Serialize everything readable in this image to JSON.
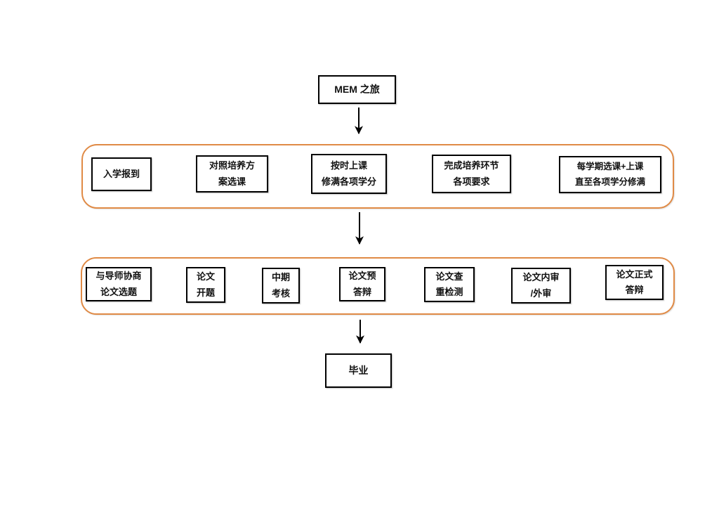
{
  "diagram": {
    "start_label": "MEM 之旅",
    "end_label": "毕业",
    "colors": {
      "group_border": "#e08a45",
      "node_border": "#000000",
      "arrow": "#000000",
      "background": "#ffffff"
    },
    "coursework_phase": {
      "steps": [
        {
          "label": "入学报到"
        },
        {
          "label": "对照培养方\n案选课"
        },
        {
          "label": "按时上课\n修满各项学分"
        },
        {
          "label": "完成培养环节\n各项要求"
        },
        {
          "label": "每学期选课+上课\n直至各项学分修满"
        }
      ]
    },
    "thesis_phase": {
      "steps": [
        {
          "label": "与导师协商\n论文选题"
        },
        {
          "label": "论文\n开题"
        },
        {
          "label": "中期\n考核"
        },
        {
          "label": "论文预\n答辩"
        },
        {
          "label": "论文查\n重检测"
        },
        {
          "label": "论文内审\n/外审"
        },
        {
          "label": "论文正式\n答辩"
        }
      ]
    }
  }
}
